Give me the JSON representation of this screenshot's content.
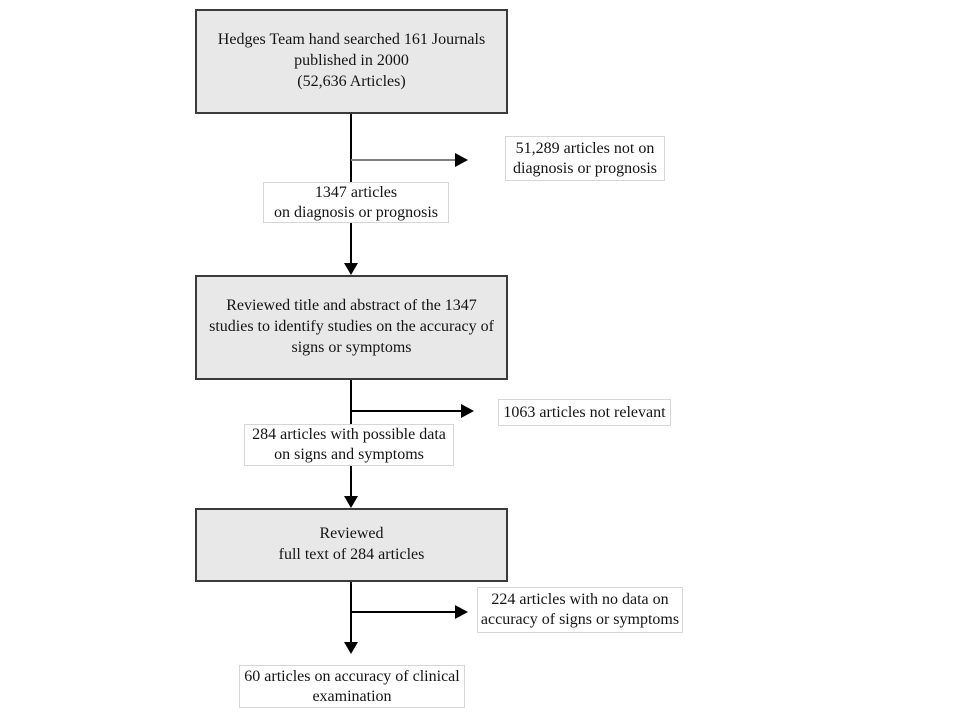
{
  "flowchart": {
    "main_boxes": [
      {
        "name": "hand-search",
        "text": "Hedges Team hand searched 161 Journals\npublished in 2000\n(52,636 Articles)"
      },
      {
        "name": "title-abstract-review",
        "text": "Reviewed title and abstract of the 1347\nstudies to identify studies on the accuracy of\nsigns or symptoms"
      },
      {
        "name": "full-text-review",
        "text": "Reviewed\nfull text of 284 articles"
      }
    ],
    "inclusion_labels": [
      {
        "name": "articles-1347",
        "text": "1347 articles\non diagnosis or prognosis"
      },
      {
        "name": "articles-284",
        "text": "284 articles with possible data\non signs and symptoms"
      },
      {
        "name": "articles-60",
        "text": "60 articles on accuracy of clinical\nexamination"
      }
    ],
    "exclusion_labels": [
      {
        "name": "excluded-51289",
        "text": "51,289 articles not on\ndiagnosis or prognosis"
      },
      {
        "name": "excluded-1063",
        "text": "1063 articles not relevant"
      },
      {
        "name": "excluded-224",
        "text": "224 articles with no data on\naccuracy of signs or symptoms"
      }
    ],
    "colors": {
      "background": "#ffffff",
      "box_fill": "#e8e8e8",
      "box_border": "#3b3b3b",
      "label_border": "#d6d6d6",
      "arrow_line": "#000000",
      "first_branch_line": "#7f7f7f"
    }
  }
}
